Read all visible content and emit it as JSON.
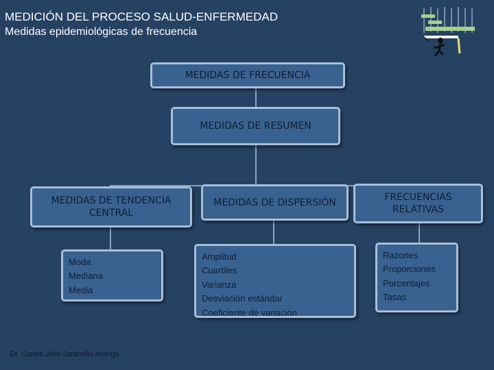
{
  "header": {
    "title": "MEDICIÓN DEL PROCESO SALUD-ENFERMEDAD",
    "subtitle": "Medidas epidemiológicas de frecuencia"
  },
  "diagram": {
    "root": "MEDIDAS DE FRECUENCIA",
    "summary": "MEDIDAS DE RESUMEN",
    "branches": [
      {
        "label": "MEDIDAS DE TENDENCIA CENTRAL",
        "items": [
          "Moda",
          "Mediana",
          "Media"
        ]
      },
      {
        "label": "MEDIDAS DE DISPERSIÓN",
        "items": [
          "Amplitud",
          "Cuartiles",
          "Varianza",
          "Desviación estándar",
          "Coeficiente de variación"
        ]
      },
      {
        "label": "FRECUENCIAS RELATIVAS",
        "items": [
          "Razones",
          "Proporciones",
          "Porcentajes",
          "Tasas"
        ]
      }
    ]
  },
  "footer": {
    "author": "Dr. Carlos Julio Jaramillo Arango"
  },
  "colors": {
    "background": "#264263",
    "box_fill": "#3a6290",
    "box_border": "#a9bfd8",
    "box_text": "#0d1d33"
  },
  "icons": {
    "logo": "measuring-figure-logo-icon"
  }
}
